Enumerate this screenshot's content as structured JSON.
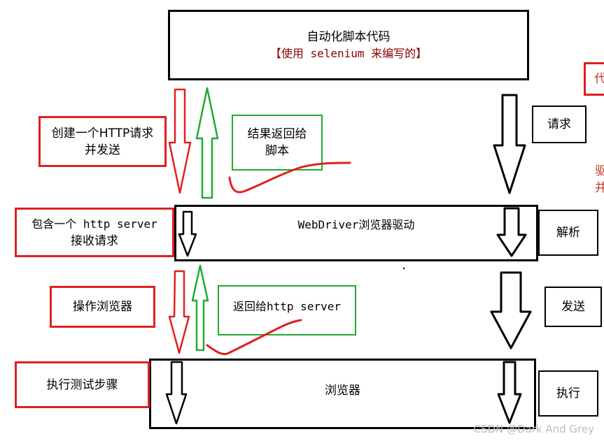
{
  "top_box": {
    "line1": "自动化脚本代码",
    "line2": "【使用 selenium 来编写的】"
  },
  "left_labels": {
    "create_request": [
      "创建一个HTTP请求",
      "并发送"
    ],
    "http_server": [
      "包含一个 http server",
      "接收请求"
    ],
    "operate_browser": "操作浏览器",
    "execute_steps": "执行测试步骤"
  },
  "green_labels": {
    "return_script": [
      "结果返回给",
      "脚本"
    ],
    "return_server": "返回给http server"
  },
  "middle_box": "WebDriver浏览器驱动",
  "bottom_box": "浏览器",
  "right_labels": {
    "request": "请求",
    "parse": "解析",
    "send": "发送",
    "execute": "执行"
  },
  "cut_off": {
    "top_right": "代",
    "line1": "驱",
    "line2": "并"
  },
  "watermark": "CSDN @Dark And Grey",
  "colors": {
    "red": "#e02020",
    "green": "#22aa33",
    "black": "#000000",
    "dark_red": "#8b0000"
  }
}
